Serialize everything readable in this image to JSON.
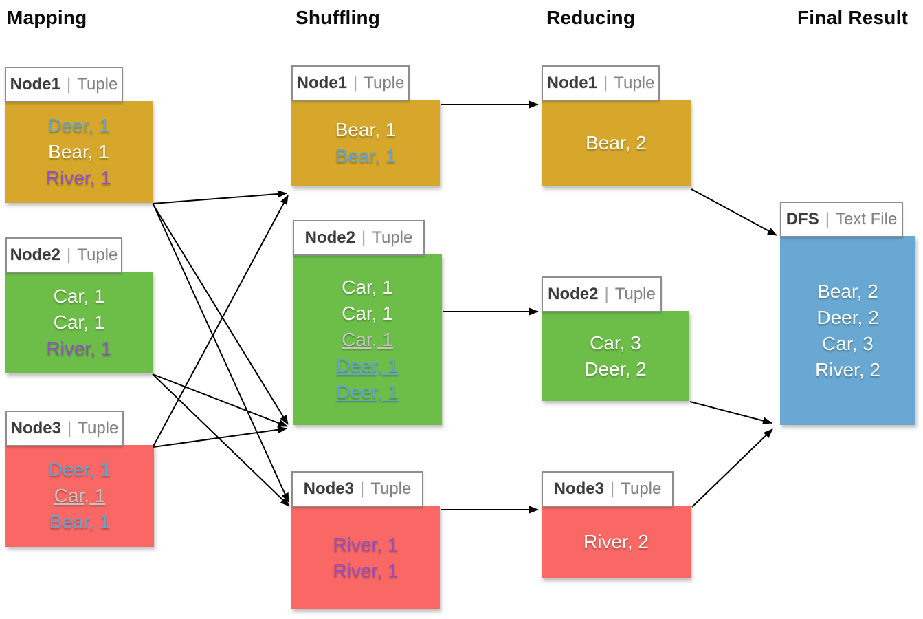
{
  "headers": {
    "mapping": "Mapping",
    "shuffling": "Shuffling",
    "reducing": "Reducing",
    "final": "Final Result"
  },
  "colors": {
    "node_yellow": "#D6A72A",
    "node_green": "#6CBE49",
    "node_red": "#F96865",
    "node_blue": "#68A8D3",
    "text_white": "#FDFDF8",
    "text_blue": "#60A5D1",
    "text_purple": "#9150BE",
    "text_gray": "#C5C5C0",
    "arrow_black": "#000000",
    "label_border_gray": "#8E8E8E"
  },
  "nodes": {
    "map1": {
      "name": "Node1",
      "sep": "|",
      "type": "Tuple",
      "bg": "#D6A72A",
      "entries": [
        {
          "text": "Deer, 1",
          "color": "#60A5D1",
          "underline": false
        },
        {
          "text": "Bear, 1",
          "color": "#FDFDF8",
          "underline": false
        },
        {
          "text": "River, 1",
          "color": "#9150BE",
          "underline": false
        }
      ]
    },
    "map2": {
      "name": "Node2",
      "sep": "|",
      "type": "Tuple",
      "bg": "#6CBE49",
      "entries": [
        {
          "text": "Car, 1",
          "color": "#FDFDF8",
          "underline": false
        },
        {
          "text": "Car, 1",
          "color": "#FDFDF8",
          "underline": false
        },
        {
          "text": "River, 1",
          "color": "#9150BE",
          "underline": false
        }
      ]
    },
    "map3": {
      "name": "Node3",
      "sep": "|",
      "type": "Tuple",
      "bg": "#F96865",
      "entries": [
        {
          "text": "Deer, 1",
          "color": "#60A5D1",
          "underline": false
        },
        {
          "text": "Car, 1",
          "color": "#C5C5C0",
          "underline": true
        },
        {
          "text": "Bear, 1",
          "color": "#60A5D1",
          "underline": false
        }
      ]
    },
    "shuf1": {
      "name": "Node1",
      "sep": "|",
      "type": "Tuple",
      "bg": "#D6A72A",
      "entries": [
        {
          "text": "Bear, 1",
          "color": "#FDFDF8",
          "underline": false
        },
        {
          "text": "Bear, 1",
          "color": "#60A5D1",
          "underline": false
        }
      ]
    },
    "shuf2": {
      "name": "Node2",
      "sep": "|",
      "type": "Tuple",
      "bg": "#6CBE49",
      "entries": [
        {
          "text": "Car, 1",
          "color": "#FDFDF8",
          "underline": false
        },
        {
          "text": "Car, 1",
          "color": "#FDFDF8",
          "underline": false
        },
        {
          "text": "Car, 1",
          "color": "#C5C5C0",
          "underline": true
        },
        {
          "text": "Deer, 1",
          "color": "#60A5D1",
          "underline": true
        },
        {
          "text": "Deer, 1",
          "color": "#60A5D1",
          "underline": true
        }
      ]
    },
    "shuf3": {
      "name": "Node3",
      "sep": "|",
      "type": "Tuple",
      "bg": "#F96865",
      "entries": [
        {
          "text": "River, 1",
          "color": "#9150BE",
          "underline": false
        },
        {
          "text": "River, 1",
          "color": "#9150BE",
          "underline": false
        }
      ]
    },
    "red1": {
      "name": "Node1",
      "sep": "|",
      "type": "Tuple",
      "bg": "#D6A72A",
      "entries": [
        {
          "text": "Bear, 2",
          "color": "#FDFDF8",
          "underline": false
        }
      ]
    },
    "red2": {
      "name": "Node2",
      "sep": "|",
      "type": "Tuple",
      "bg": "#6CBE49",
      "entries": [
        {
          "text": "Car, 3",
          "color": "#FDFDF8",
          "underline": false
        },
        {
          "text": "Deer, 2",
          "color": "#FDFDF8",
          "underline": false
        }
      ]
    },
    "red3": {
      "name": "Node3",
      "sep": "|",
      "type": "Tuple",
      "bg": "#F96865",
      "entries": [
        {
          "text": "River, 2",
          "color": "#FDFDF8",
          "underline": false
        }
      ]
    },
    "final": {
      "name": "DFS",
      "sep": "|",
      "type": "Text File",
      "bg": "#68A8D3",
      "entries": [
        {
          "text": "Bear, 2",
          "color": "#FDFDF8",
          "underline": false
        },
        {
          "text": "Deer, 2",
          "color": "#FDFDF8",
          "underline": false
        },
        {
          "text": "Car, 3",
          "color": "#FDFDF8",
          "underline": false
        },
        {
          "text": "River, 2",
          "color": "#FDFDF8",
          "underline": false
        }
      ]
    }
  },
  "edges": {
    "map_to_shuffle": [
      {
        "from": "Node1",
        "to": "Node1"
      },
      {
        "from": "Node1",
        "to": "Node2"
      },
      {
        "from": "Node1",
        "to": "Node3"
      },
      {
        "from": "Node2",
        "to": "Node2"
      },
      {
        "from": "Node2",
        "to": "Node3"
      },
      {
        "from": "Node3",
        "to": "Node1"
      },
      {
        "from": "Node3",
        "to": "Node2"
      }
    ],
    "shuffle_to_reduce": [
      {
        "from": "Node1",
        "to": "Node1"
      },
      {
        "from": "Node2",
        "to": "Node2"
      },
      {
        "from": "Node3",
        "to": "Node3"
      }
    ],
    "reduce_to_final": [
      {
        "from": "Node1",
        "to": "DFS"
      },
      {
        "from": "Node2",
        "to": "DFS"
      },
      {
        "from": "Node3",
        "to": "DFS"
      }
    ]
  }
}
